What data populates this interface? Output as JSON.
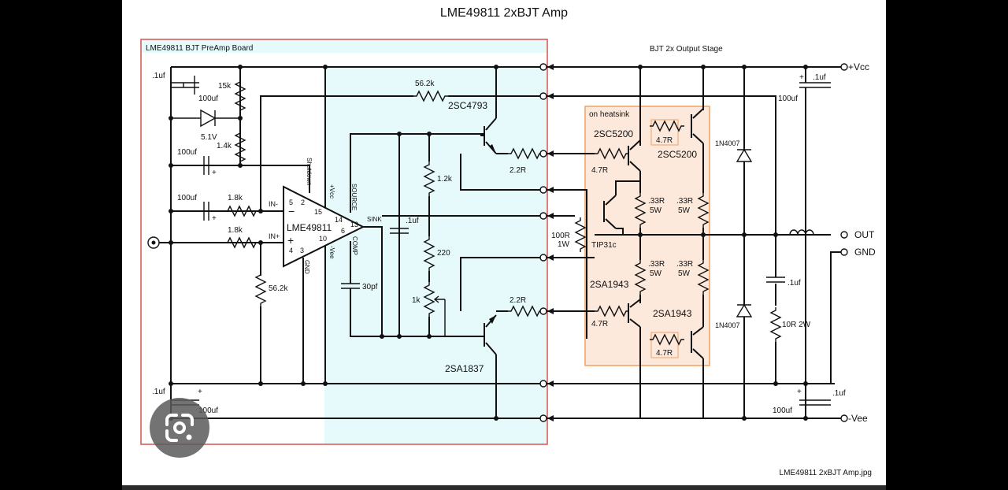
{
  "title": "LME49811 2xBJT Amp",
  "preamp_label": "LME49811 BJT PreAmp Board",
  "output_stage_label": "BJT 2x Output Stage",
  "heatsink_label": "on heatsink",
  "filename": "LME49811 2xBJT Amp.jpg",
  "rails": {
    "vcc": "+Vcc",
    "vee": "-Vee",
    "out": "OUT",
    "gnd": "GND"
  },
  "chip": {
    "name": "LME49811",
    "in_minus": "IN-",
    "in_plus": "IN+",
    "shutdown": "Shutdown",
    "vcc": "+Vcc",
    "vee": "-Vee",
    "gnd": "GND",
    "source": "SOURCE",
    "sink": "SINK",
    "comp": "COMP",
    "pins": [
      "5",
      "2",
      "15",
      "14",
      "13",
      "6",
      "4",
      "3",
      "10"
    ],
    "minus_sign": "−",
    "plus_sign": "+"
  },
  "components": {
    "c_01uf_tl": ".1uf",
    "c_100uf_tl": "100uf",
    "r_15k": "15k",
    "z_51v": "5.1V",
    "r_14k": "1.4k",
    "c_100uf_sd": "100uf",
    "c_100uf_in": "100uf",
    "r_18k_a": "1.8k",
    "r_18k_b": "1.8k",
    "r_562k_gnd": "56.2k",
    "r_562k_fb": "56.2k",
    "q_2sc4793": "2SC4793",
    "r_22r_top": "2.2R",
    "r_12k": "1.2k",
    "c_01uf_mid": ".1uf",
    "r_220": "220",
    "pot_1k": "1k",
    "c_30pf": "30pf",
    "r_22r_bot": "2.2R",
    "q_2sa1837": "2SA1837",
    "c_01uf_bl": ".1uf",
    "c_100uf_bl": "100uf",
    "q_2sc5200_a": "2SC5200",
    "q_2sc5200_b": "2SC5200",
    "r_47r_1": "4.7R",
    "r_47r_2": "4.7R",
    "r_47r_3": "4.7R",
    "r_47r_4": "4.7R",
    "r_033_1": ".33R",
    "r_033_1w": "5W",
    "r_033_2": ".33R",
    "r_033_2w": "5W",
    "r_033_3": ".33R",
    "r_033_3w": "5W",
    "r_033_4": ".33R",
    "r_033_4w": "5W",
    "r_100r": "100R",
    "r_100r_w": "1W",
    "q_tip31c": "TIP31c",
    "q_2sa1943_a": "2SA1943",
    "q_2sa1943_b": "2SA1943",
    "d_top": "1N4007",
    "d_bot": "1N4007",
    "c_01uf_tr": ".1uf",
    "c_100uf_tr": "100uf",
    "c_01uf_zob": ".1uf",
    "r_10r": "10R 2W",
    "c_01uf_br": ".1uf",
    "c_100uf_br": "100uf"
  },
  "colors": {
    "preamp_fill": "#e6fafc",
    "preamp_border": "#d9534f",
    "heatsink_fill": "#fde9dc",
    "heatsink_border": "#f0a060"
  },
  "overlay_icon": "google-lens-icon"
}
